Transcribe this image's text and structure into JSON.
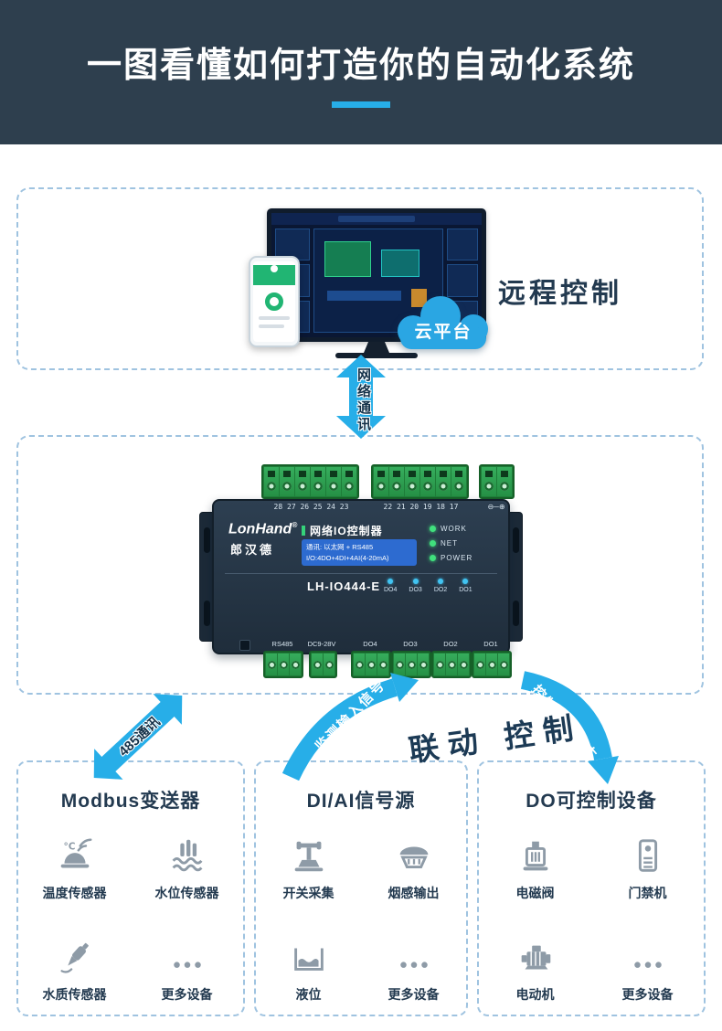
{
  "colors": {
    "accent": "#27aee8",
    "header_bg": "#2e3f4e",
    "dark_text": "#233a50",
    "panel_border": "#9fc3e0",
    "cloud_blue": "#2aa6e3",
    "terminal_green": "#2fa052",
    "device_navy": "#22303e"
  },
  "header": {
    "title": "一图看懂如何打造你的自动化系统"
  },
  "remote_section": {
    "cloud_label": "云平台",
    "caption": "远程控制"
  },
  "arrows": {
    "network": "网络通讯",
    "rs485": "485通讯",
    "monitor_input": "监测输入信号",
    "linkage": "联动 控制",
    "control_output": "控制输出状态"
  },
  "device": {
    "brand": "LonHand",
    "reg_mark": "®",
    "brand_cn": "郎汉德",
    "product_name": "网络IO控制器",
    "spec_line1": "通讯: 以太网 + RS485",
    "spec_line2": "I/O:4DO+4DI+4AI(4-20mA)",
    "model": "LH-IO444-E",
    "status_leds": [
      "WORK",
      "NET",
      "POWER"
    ],
    "do_led_labels": [
      "DO4",
      "DO3",
      "DO2",
      "DO1"
    ],
    "top_terminal_numbers_left": "28 27 26 25 24 23",
    "top_terminal_numbers_right": "22 21 20 19 18 17",
    "power_polarity": "⊖─⊕",
    "bottom_port_labels": {
      "rs485": "RS485",
      "power": "DC9-28V",
      "do4": "DO4",
      "do3": "DO3",
      "do2": "DO2",
      "do1": "DO1"
    }
  },
  "boxes": [
    {
      "title": "Modbus变送器",
      "items": [
        {
          "label": "温度传感器",
          "icon": "temperature-sensor"
        },
        {
          "label": "水位传感器",
          "icon": "water-level-sensor"
        },
        {
          "label": "水质传感器",
          "icon": "water-quality-sensor"
        },
        {
          "label": "更多设备",
          "icon": "more-devices"
        }
      ]
    },
    {
      "title": "DI/AI信号源",
      "items": [
        {
          "label": "开关采集",
          "icon": "switch-collect"
        },
        {
          "label": "烟感输出",
          "icon": "smoke-detector"
        },
        {
          "label": "液位",
          "icon": "liquid-level"
        },
        {
          "label": "更多设备",
          "icon": "more-devices"
        }
      ]
    },
    {
      "title": "DO可控制设备",
      "items": [
        {
          "label": "电磁阀",
          "icon": "solenoid-valve"
        },
        {
          "label": "门禁机",
          "icon": "access-control"
        },
        {
          "label": "电动机",
          "icon": "electric-motor"
        },
        {
          "label": "更多设备",
          "icon": "more-devices"
        }
      ]
    }
  ]
}
